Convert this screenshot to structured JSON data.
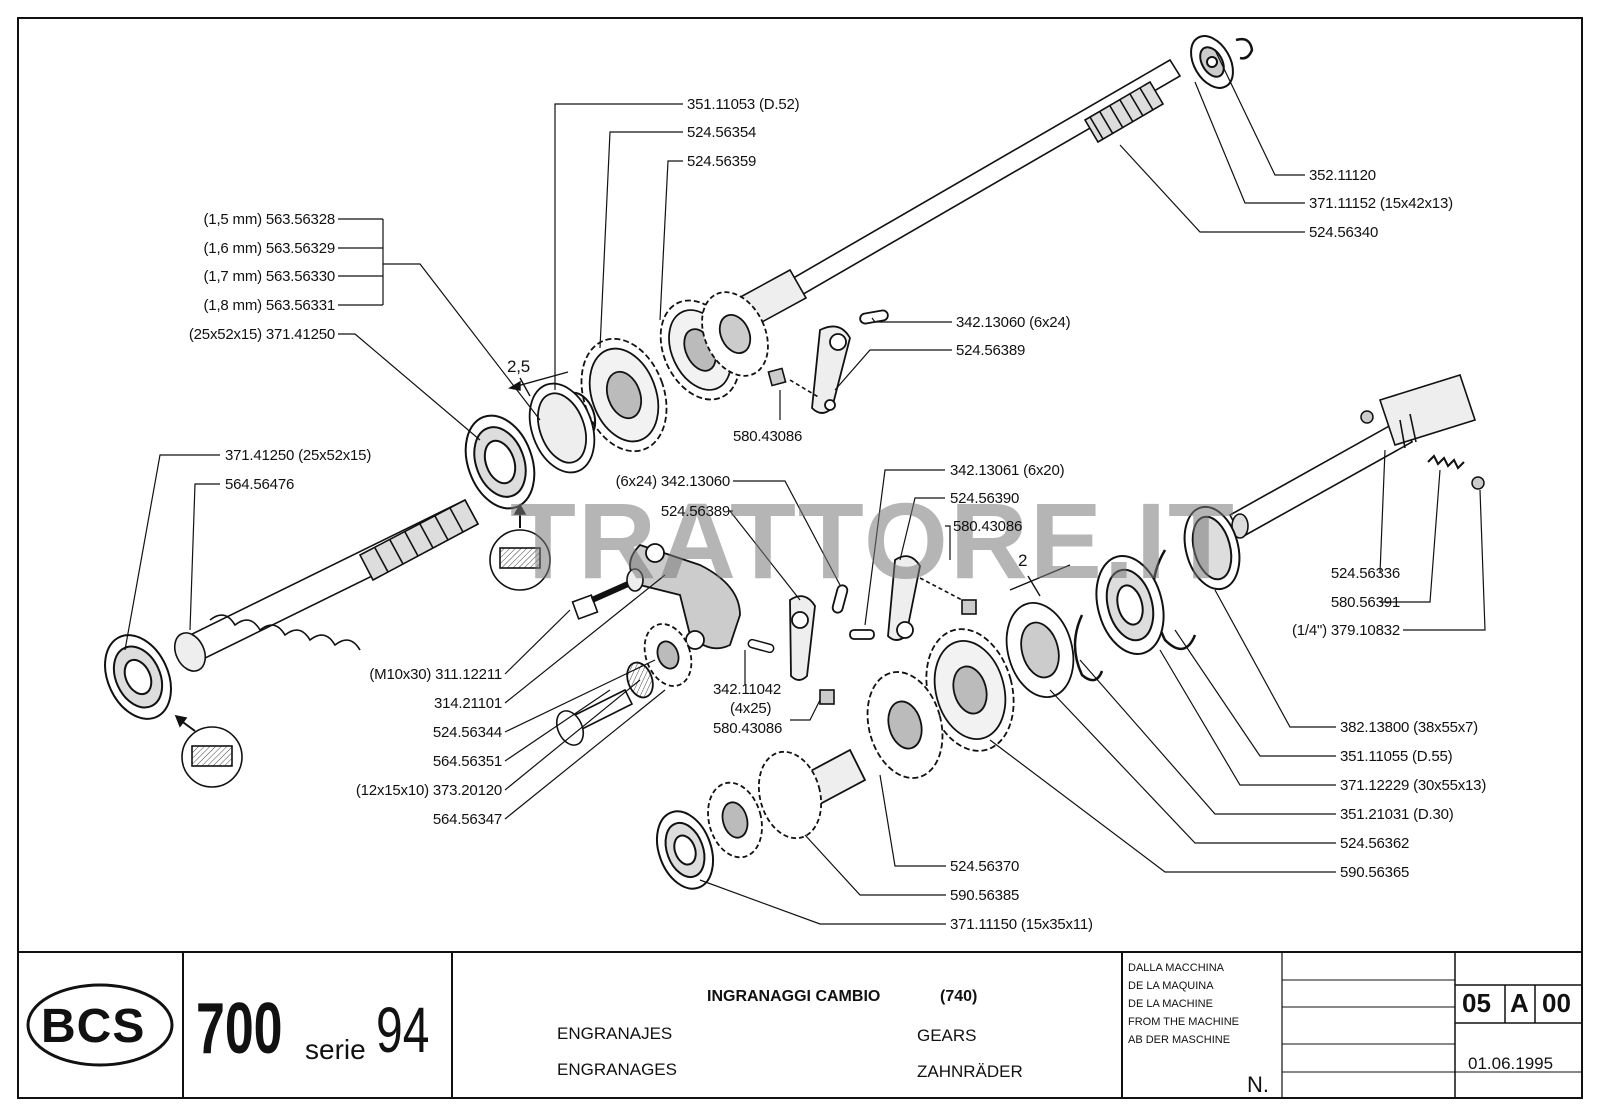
{
  "watermark": "TRATTORE.IT",
  "dimensions": {
    "d1": "2,5",
    "d2": "2"
  },
  "labels": {
    "p1": "351.11053 (D.52)",
    "p2": "524.56354",
    "p3": "524.56359",
    "p4": "(1,5 mm) 563.56328",
    "p5": "(1,6 mm) 563.56329",
    "p6": "(1,7 mm) 563.56330",
    "p7": "(1,8 mm) 563.56331",
    "p8": "(25x52x15) 371.41250",
    "p9": "371.41250 (25x52x15)",
    "p10": "564.56476",
    "p11": "352.11120",
    "p12": "371.11152 (15x42x13)",
    "p13": "524.56340",
    "p14": "342.13060 (6x24)",
    "p15": "524.56389",
    "p16": "580.43086",
    "p17": "342.13061 (6x20)",
    "p18": "524.56390",
    "p19": "580.43086",
    "p20": "(6x24) 342.13060",
    "p21": "524.56389",
    "p22": "524.56336",
    "p23": "580.56391",
    "p24": "(1/4\") 379.10832",
    "p25": "(M10x30) 311.12211",
    "p26": "314.21101",
    "p27": "524.56344",
    "p28": "564.56351",
    "p29": "(12x15x10) 373.20120",
    "p30": "564.56347",
    "p31": "342.11042",
    "p32": "(4x25)",
    "p33": "580.43086",
    "p34": "382.13800 (38x55x7)",
    "p35": "351.11055 (D.55)",
    "p36": "371.12229 (30x55x13)",
    "p37": "351.21031 (D.30)",
    "p38": "524.56362",
    "p39": "590.56365",
    "p40": "524.56370",
    "p41": "590.56385",
    "p42": "371.11150 (15x35x11)"
  },
  "title_block": {
    "brand": "BCS",
    "model": "700",
    "serie_word": "serie",
    "serie_num": "94",
    "title_it": "INGRANAGGI CAMBIO",
    "title_variant": "(740)",
    "title_es": "ENGRANAJES",
    "title_fr": "ENGRANAGES",
    "title_en": "GEARS",
    "title_de": "ZAHNRÄDER",
    "from_machine": [
      "DALLA MACCHINA",
      "DE LA MAQUINA",
      "DE LA MACHINE",
      "FROM THE MACHINE",
      "AB DER MASCHINE"
    ],
    "n_label": "N.",
    "code_a": "05",
    "code_b": "A",
    "code_c": "00",
    "date": "01.06.1995"
  }
}
